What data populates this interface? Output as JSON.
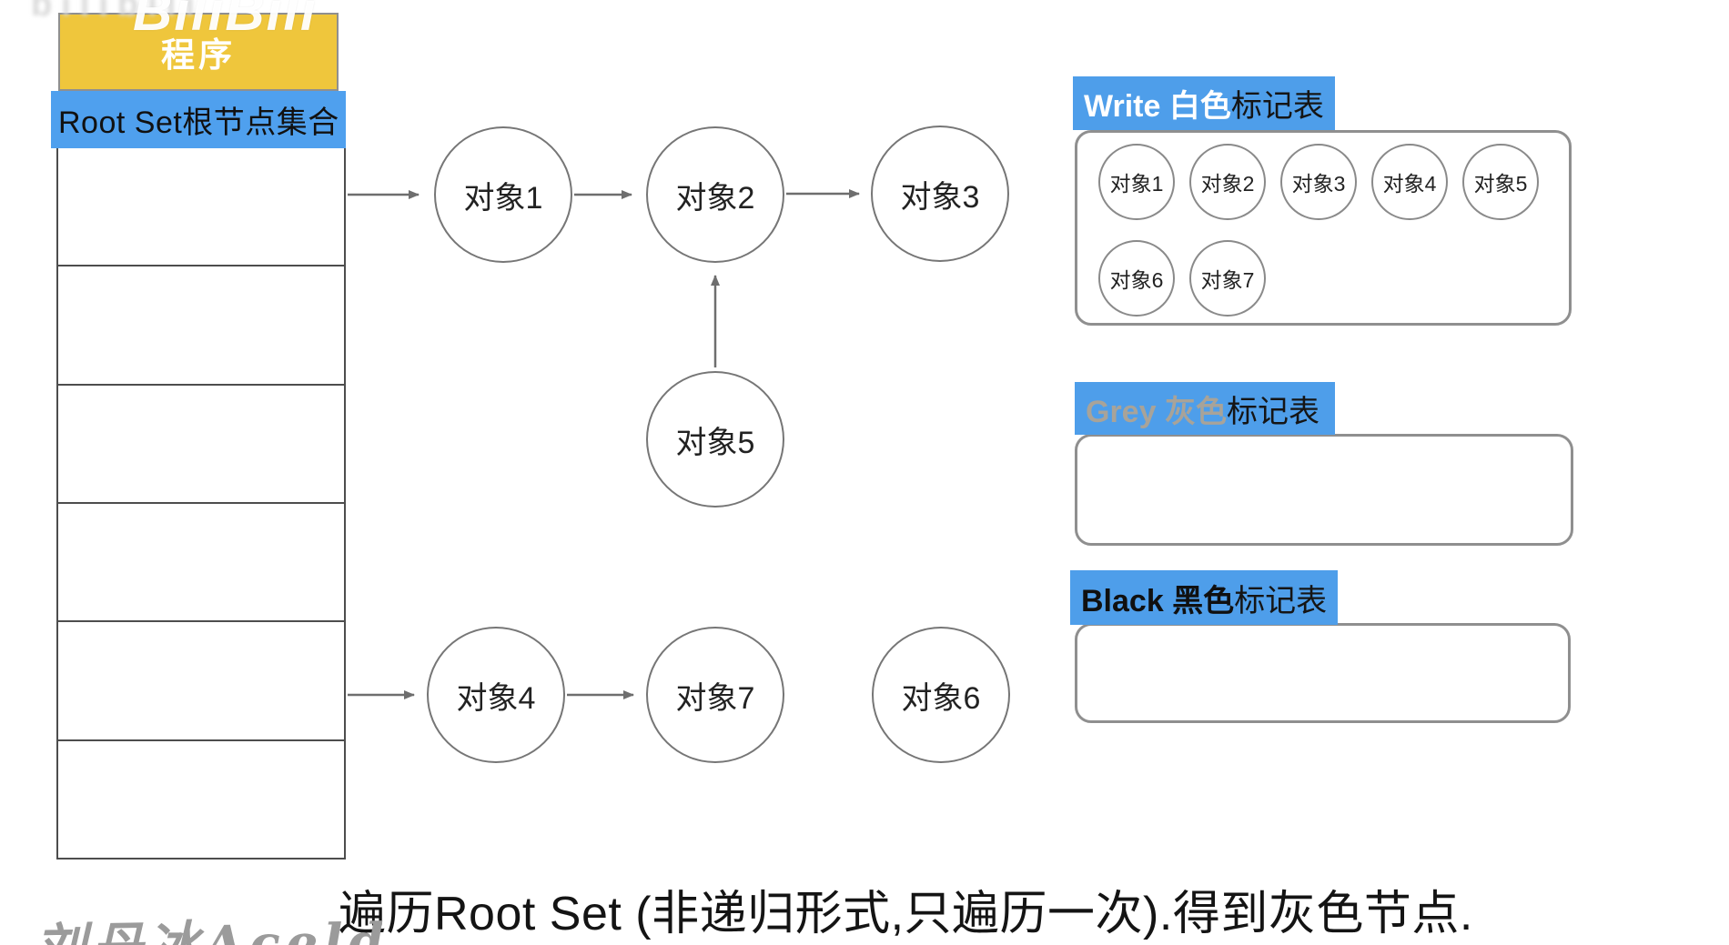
{
  "watermarks": {
    "top_left": "bilibili",
    "logo": "BiliBili"
  },
  "memory_table": {
    "program": "程序",
    "root_set": "Root Set根节点集合"
  },
  "object_graph": {
    "nodes": [
      {
        "label": "对象1"
      },
      {
        "label": "对象2"
      },
      {
        "label": "对象3"
      },
      {
        "label": "对象4"
      },
      {
        "label": "对象5"
      },
      {
        "label": "对象6"
      },
      {
        "label": "对象7"
      }
    ]
  },
  "mark_tables": {
    "white": {
      "title_highlight": "Write 白色",
      "title_rest": "标记表",
      "row1": [
        "对象1",
        "对象2",
        "对象3",
        "对象4",
        "对象5"
      ],
      "row2": [
        "对象6",
        "对象7"
      ]
    },
    "grey": {
      "title_highlight": "Grey 灰色",
      "title_rest": "标记表"
    },
    "black": {
      "title_highlight": "Black 黑色",
      "title_rest": "标记表"
    }
  },
  "caption": "遍历Root Set (非递归形式,只遍历一次).得到灰色节点.",
  "signature": "刘丹冰Aceld",
  "colors": {
    "header_yellow": "#EFC63C",
    "header_blue": "#4FA0EE",
    "label_blue": "#4E9EEA",
    "grey_text": "#A8A399"
  }
}
